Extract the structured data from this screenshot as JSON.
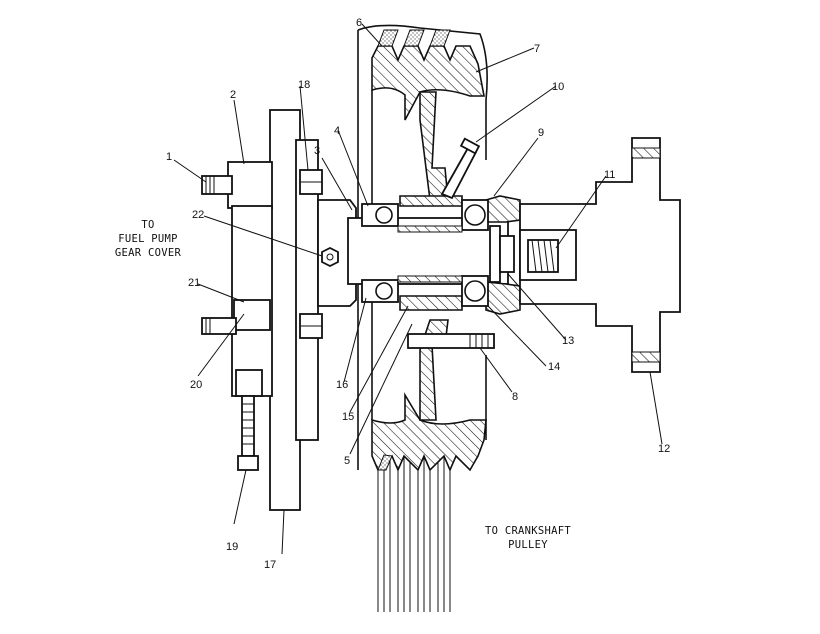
{
  "notes": {
    "fuel_pump": [
      "TO",
      "FUEL PUMP",
      "GEAR COVER"
    ],
    "crankshaft": [
      "TO CRANKSHAFT",
      "PULLEY"
    ]
  },
  "callouts": [
    "1",
    "2",
    "3",
    "4",
    "5",
    "6",
    "7",
    "8",
    "9",
    "10",
    "11",
    "12",
    "13",
    "14",
    "15",
    "16",
    "17",
    "18",
    "19",
    "20",
    "21",
    "22"
  ]
}
